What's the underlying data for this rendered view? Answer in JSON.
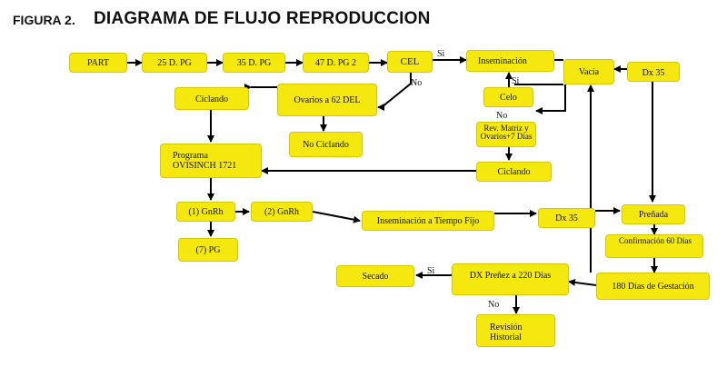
{
  "figure_label": "FIGURA 2.",
  "title": "DIAGRAMA DE FLUJO REPRODUCCION",
  "nodes": {
    "part": "PART",
    "d25": "25 D. PG",
    "d35": "35 D. PG",
    "d47": "47 D. PG 2",
    "cel": "CEL",
    "inseminacion": "Inseminación",
    "vacia": "Vacía",
    "dx35_top": "Dx 35",
    "ciclando_left": "Ciclando",
    "ovarios62": "Ovarios a 62 DEL",
    "no_ciclando": "No Ciclando",
    "celo": "Celo",
    "rev_matriz": "Rev. Matriz y Ovarios+7 Días",
    "programa_l1": "Programa",
    "programa_l2": "OVISINCH 1721",
    "ciclando_mid": "Ciclando",
    "gnrh1": "(1) GnRh",
    "gnrh2": "(2) GnRh",
    "insem_tiempo": "Inseminación a Tiempo Fijo",
    "dx35_mid": "Dx 35",
    "prenada": "Preñada",
    "pg7": "(7)    PG",
    "confirmacion": "Confirmación 60 Días",
    "dx_prenez": "DX Preñez a 220 Dias",
    "secado": "Secado",
    "gestacion": "180 Días de Gestación",
    "revision_l1": "Revisión",
    "revision_l2": "Historial"
  },
  "edge_labels": {
    "si_cel": "Si",
    "no_cel": "No",
    "si_celo": "Si",
    "no_rev": "No",
    "si_secado": "Si",
    "no_revision": "No"
  }
}
